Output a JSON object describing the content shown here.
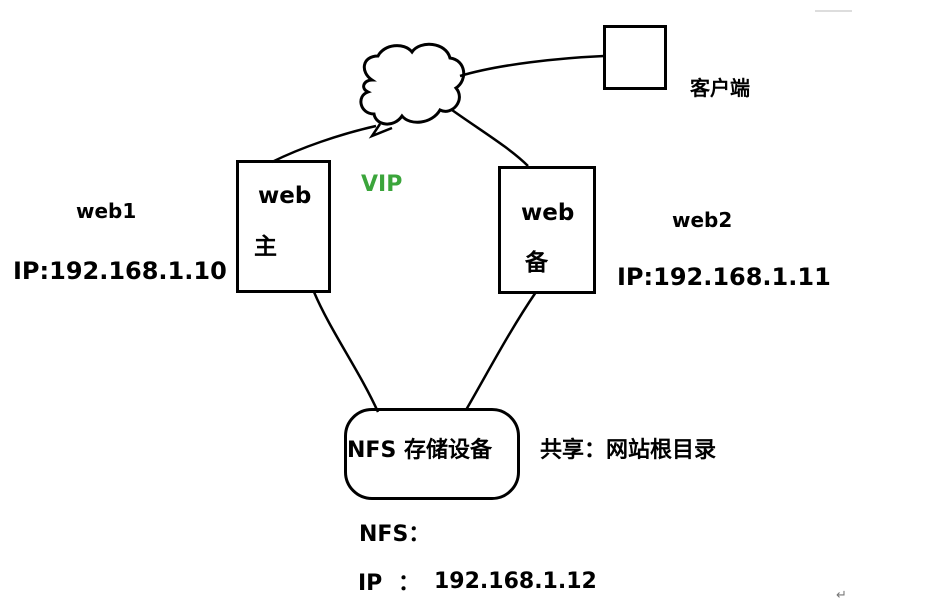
{
  "client": {
    "label": "客户端"
  },
  "vip": {
    "label": "VIP",
    "color": "#3ba53b"
  },
  "web_master": {
    "line1": "web",
    "line2": "主"
  },
  "web_backup": {
    "line1": "web",
    "line2": "备"
  },
  "web1": {
    "name": "web1",
    "ip": "IP:192.168.1.10"
  },
  "web2": {
    "name": "web2",
    "ip": "IP:192.168.1.11"
  },
  "nfs_device": {
    "label": "NFS 存储设备"
  },
  "share": {
    "label": "共享：网站根目录"
  },
  "nfs_info": {
    "name": "NFS：",
    "ip_label": "IP",
    "ip_sep": "：",
    "ip_value": "192.168.1.12"
  },
  "icons": {
    "cloud": "cloud-icon",
    "client": "client-box-icon",
    "return": "return-mark-icon"
  },
  "return_mark": "↵"
}
